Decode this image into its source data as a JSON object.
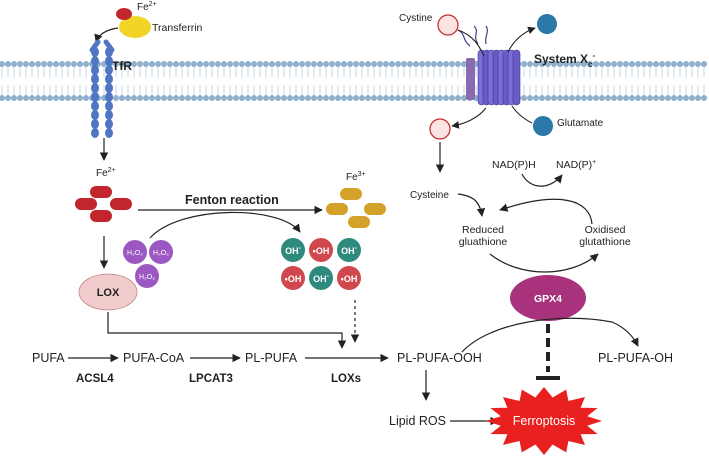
{
  "labels": {
    "fe2_top": "Fe",
    "fe2_top_sup": "2+",
    "transferrin": "Transferrin",
    "tfr": "TfR",
    "fe2_mid": "Fe",
    "fe2_mid_sup": "2+",
    "fe3": "Fe",
    "fe3_sup": "3+",
    "fenton": "Fenton reaction",
    "h2o2": "H₂O₂",
    "lox": "LOX",
    "cystine": "Cystine",
    "system_xc": "System X",
    "system_xc_sub": "c",
    "system_xc_sup": "-",
    "glutamate": "Glutamate",
    "cysteine": "Cysteine",
    "nadph": "NAD(P)H",
    "nadp": "NAD(P)",
    "nadp_sup": "+",
    "reduced_gsh": [
      "Reduced",
      "gluathione"
    ],
    "oxidised_gsh": [
      "Oxidised",
      "glutathione"
    ],
    "gpx4": "GPX4",
    "pufa": "PUFA",
    "pufa_coa": "PUFA-CoA",
    "pl_pufa": "PL-PUFA",
    "acsl4": "ACSL4",
    "lpcat3": "LPCAT3",
    "loxs": "LOXs",
    "pl_pufa_ooh": "PL-PUFA-OOH",
    "pl_pufa_oh": "PL-PUFA-OH",
    "lipid_ros": "Lipid ROS",
    "ferroptosis": "Ferroptosis"
  },
  "radicals": [
    {
      "text": "OH",
      "mark": "-",
      "kind": "ion"
    },
    {
      "text": "OH",
      "mark": "•",
      "kind": "rad"
    },
    {
      "text": "OH",
      "mark": "-",
      "kind": "ion"
    },
    {
      "text": "OH",
      "mark": "•",
      "kind": "rad"
    },
    {
      "text": "OH",
      "mark": "-",
      "kind": "ion"
    },
    {
      "text": "OH",
      "mark": "•",
      "kind": "rad"
    }
  ],
  "colors": {
    "membrane_head": "#8fb0cc",
    "membrane_tail": "#c5d6e6",
    "fe2": "#c0262b",
    "fe3": "#d4a22a",
    "h2o2": "#9c58c2",
    "lox_fill": "#f2cccc",
    "ion": "#2f8a7e",
    "rad": "#d1474e",
    "cystine_fill": "#fbe3e3",
    "cystine_stroke": "#c0262b",
    "glutamate": "#2a77a8",
    "transporter": "#7c6fd8",
    "gpx4": "#a8327c",
    "ferroptosis": "#e82020",
    "transferrin": "#f2d428",
    "tfr": "#4f76c2",
    "arrow": "#222222"
  }
}
